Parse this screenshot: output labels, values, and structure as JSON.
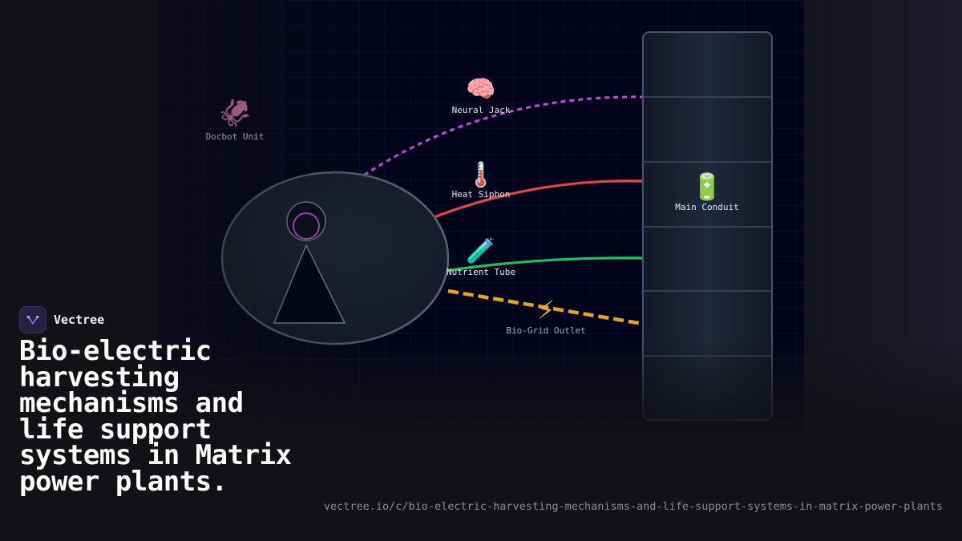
{
  "brand": {
    "name": "Vectree",
    "logo_icon": "vectree-logo-icon"
  },
  "headline": "Bio-electric harvesting mechanisms and life support systems in Matrix power plants.",
  "url": "vectree.io/c/bio-electric-harvesting-mechanisms-and-life-support-systems-in-matrix-power-plants",
  "diagram": {
    "nodes": {
      "docbot": {
        "label": "Docbot Unit",
        "icon": "squid-icon",
        "glyph": "🦑"
      },
      "neural_jack": {
        "label": "Neural Jack",
        "icon": "brain-icon",
        "glyph": "🧠"
      },
      "heat_siphon": {
        "label": "Heat Siphon",
        "icon": "thermometer-icon",
        "glyph": "🌡️"
      },
      "nutrient_tube": {
        "label": "Nutrient Tube",
        "icon": "test-tube-icon",
        "glyph": "🧪"
      },
      "bio_grid": {
        "label": "Bio-Grid Outlet",
        "icon": "lightning-icon",
        "glyph": "⚡"
      },
      "main_conduit": {
        "label": "Main Conduit",
        "icon": "battery-icon",
        "glyph": "🔋"
      }
    },
    "colors": {
      "neural_line": "#c44bde",
      "heat_line": "#e04848",
      "nutrient_line": "#22c05c",
      "grid_line": "#e0a820",
      "background": "#03041a",
      "grid": "#101a3c",
      "pod_stroke": "#5a6478"
    }
  }
}
